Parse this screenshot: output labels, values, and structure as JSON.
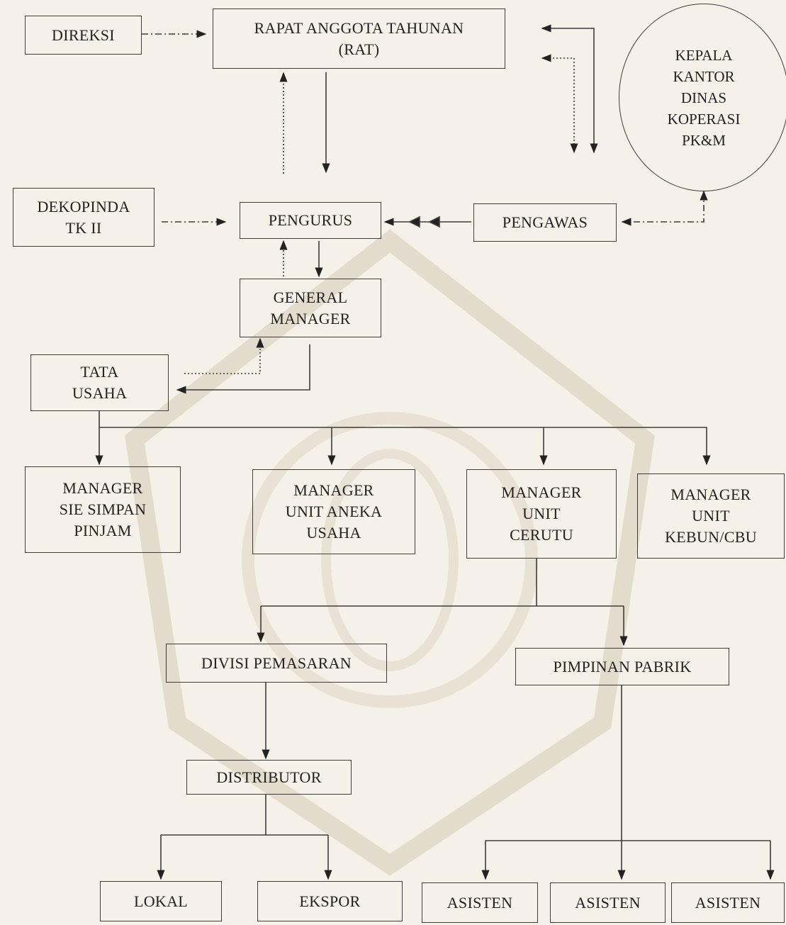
{
  "nodes": {
    "direksi": "DIREKSI",
    "rat": "RAPAT ANGGOTA TAHUNAN\n(RAT)",
    "kepala": "KEPALA\nKANTOR\nDINAS\nKOPERASI\nPK&M",
    "dekopinda": "DEKOPINDA\nTK II",
    "pengurus": "PENGURUS",
    "pengawas": "PENGAWAS",
    "general_manager": "GENERAL\nMANAGER",
    "tata_usaha": "TATA\nUSAHA",
    "manager_simpan_pinjam": "MANAGER\nSIE SIMPAN\nPINJAM",
    "manager_aneka_usaha": "MANAGER\nUNIT ANEKA\nUSAHA",
    "manager_cerutu": "MANAGER\nUNIT\nCERUTU",
    "manager_kebun": "MANAGER\nUNIT\nKEBUN/CBU",
    "divisi_pemasaran": "DIVISI PEMASARAN",
    "pimpinan_pabrik": "PIMPINAN PABRIK",
    "distributor": "DISTRIBUTOR",
    "lokal": "LOKAL",
    "ekspor": "EKSPOR",
    "asisten_1": "ASISTEN",
    "asisten_2": "ASISTEN",
    "asisten_3": "ASISTEN"
  },
  "colors": {
    "background": "#f6f1e8",
    "line": "#3d3d3d",
    "watermark": "#e3dccd"
  }
}
